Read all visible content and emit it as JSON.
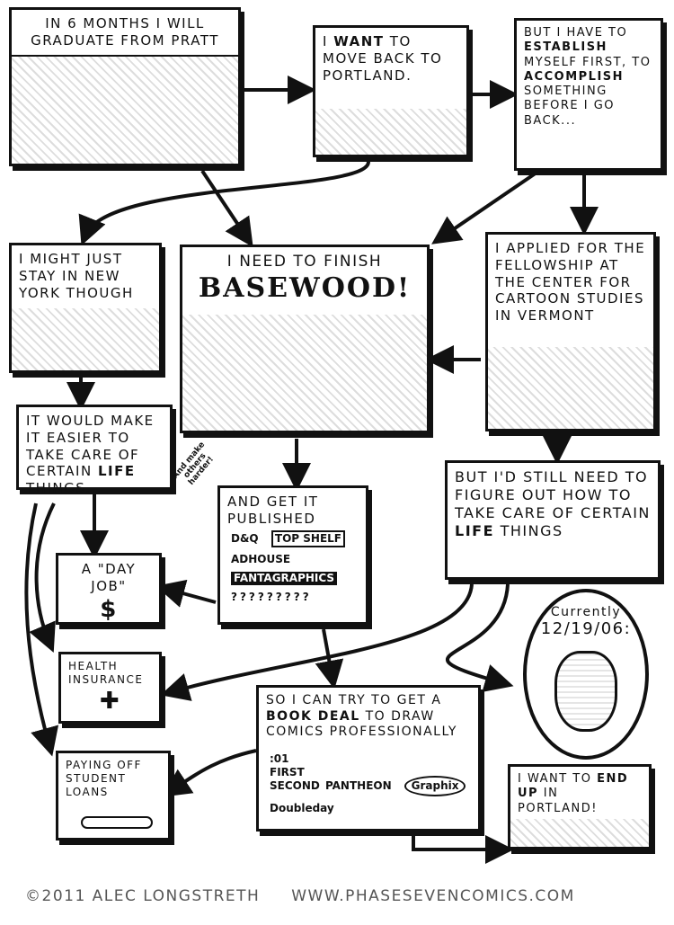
{
  "panels": {
    "graduate": "In 6 months I will graduate from Pratt",
    "portland": [
      "I",
      "want",
      "to move back to Portland."
    ],
    "establish": [
      "But I have to",
      "establish",
      "myself first, to",
      "accomplish",
      "something before I go back..."
    ],
    "new_york": "I might just stay in New York though",
    "basewood": {
      "lead": "I need to finish",
      "title": "BASEWOOD!"
    },
    "fellowship": "I applied for the fellowship at the center for cartoon studies in Vermont",
    "easier": [
      "It would make it easier to take care of certain",
      "life",
      "things..."
    ],
    "harder_note": "And make others harder!",
    "still_need": [
      "But I'd still need to figure out how to take care of certain",
      "life",
      "things"
    ],
    "published": {
      "text": "And get it published",
      "publishers": [
        "D&Q",
        "Top Shelf",
        "AdHouse",
        "Fantagraphics",
        "?????????"
      ]
    },
    "day_job": {
      "text": "A \"Day Job\"",
      "symbol": "$"
    },
    "health": {
      "text": "Health insurance",
      "symbol": "✚"
    },
    "loans": "Paying off student loans",
    "book_deal": {
      "parts": [
        "So I can try to get a",
        "book deal",
        "to draw comics professionally"
      ],
      "publishers": [
        ":01 First Second",
        "Pantheon",
        "Graphix",
        "Doubleday"
      ]
    },
    "currently": [
      "Currently",
      "12/19/06:"
    ],
    "end_up": [
      "I want to",
      "end up",
      "in Portland!"
    ]
  },
  "footer": {
    "copyright": "©2011 ALEC LONGSTRETH",
    "url": "WWW.PHASESEVENCOMICS.COM"
  }
}
